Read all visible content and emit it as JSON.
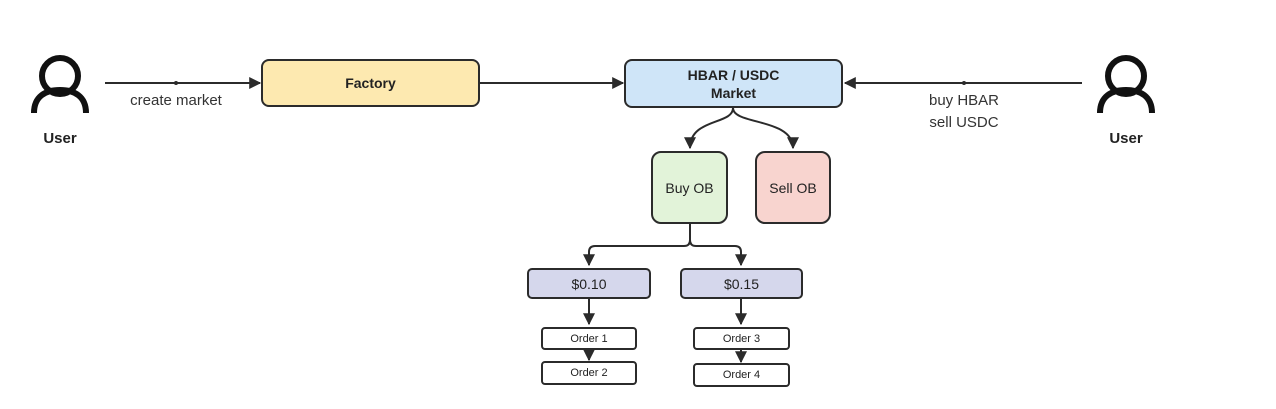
{
  "users": {
    "left": {
      "label": "User",
      "icon": "user-icon"
    },
    "right": {
      "label": "User",
      "icon": "user-icon"
    }
  },
  "edges": {
    "create_market": "create market",
    "trade_line1": "buy HBAR",
    "trade_line2": "sell USDC"
  },
  "nodes": {
    "factory": {
      "label": "Factory",
      "color": "#fde9b0"
    },
    "market": {
      "line1": "HBAR / USDC",
      "line2": "Market",
      "color": "#cfe5f8"
    },
    "buy_ob": {
      "label": "Buy OB",
      "color": "#e2f3d9"
    },
    "sell_ob": {
      "label": "Sell OB",
      "color": "#f8d4cf"
    },
    "price_1": {
      "label": "$0.10",
      "color": "#d5d7ec"
    },
    "price_2": {
      "label": "$0.15",
      "color": "#d5d7ec"
    },
    "order_1": {
      "label": "Order 1"
    },
    "order_2": {
      "label": "Order 2"
    },
    "order_3": {
      "label": "Order 3"
    },
    "order_4": {
      "label": "Order 4"
    }
  },
  "colors": {
    "stroke": "#2b2b2b"
  }
}
